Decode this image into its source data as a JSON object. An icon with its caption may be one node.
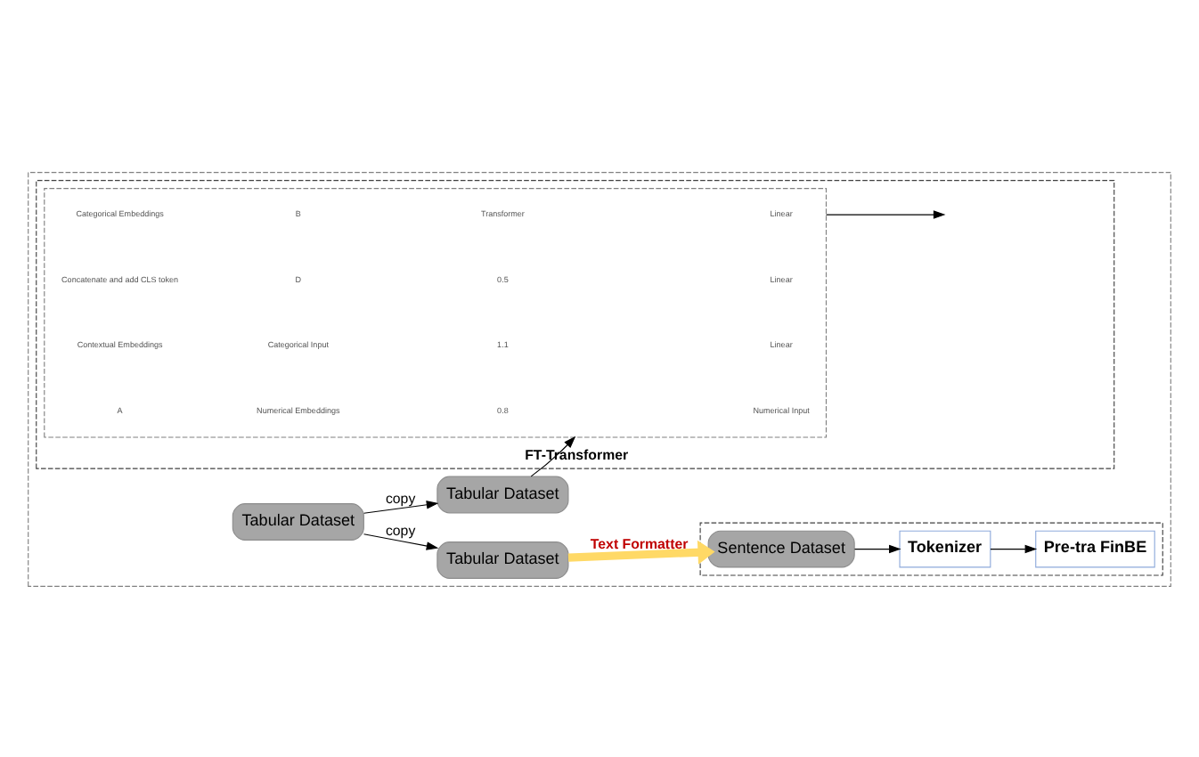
{
  "diagram": {
    "nodes": [
      {
        "text": [],
        "shape": "box"
      },
      {
        "text": [],
        "shape": "box",
        "in": 0
      },
      {
        "text": [
          "FT-Transformer"
        ],
        "in": 0
      },
      {
        "text": [
          "Tabular Dataset"
        ],
        "in": 0
      },
      {
        "text": [
          "Tabular Dataset"
        ],
        "in": 0
      },
      {
        "text": [
          "Tabular Dataset"
        ],
        "in": 0
      },
      {
        "text": [
          "Sentence Dataset"
        ],
        "in": 1
      },
      {
        "text": [
          "Tokenizer"
        ],
        "in": 1
      },
      {
        "text": [
          "Pre-tra FinBE"
        ],
        "in": 1
      },
      {
        "text": [],
        "shape": "box",
        "in": 2
      }
    ],
    "edges": [
      {
        "from": 3,
        "to": 4,
        "label": "copy",
        "arrow": "to"
      },
      {
        "from": 3,
        "to": 5,
        "label": "copy",
        "arrow": "to"
      },
      {
        "from": 4,
        "to": 6,
        "label": "Text Formatter",
        "arrow": "to",
        "style": "thick",
        "color": "#ffd966"
      },
      {
        "from": 6,
        "to": 7,
        "arrow": "to"
      },
      {
        "from": 7,
        "to": 8,
        "arrow": "to"
      },
      {
        "from": 5,
        "to": 9,
        "arrow": "to"
      },
      {
        "from": 9,
        "to": null,
        "arrow": "to"
      }
    ],
    "labels": [
      "Categorical Embeddings",
      "Concatenate and add CLS token",
      "Contextual Embeddings",
      "A",
      "B",
      "D",
      "Categorical Input",
      "Numerical Embeddings",
      "Transformer",
      "0.5",
      "1.1",
      "0.8",
      "Linear",
      "Linear",
      "Linear",
      "Numerical Input"
    ]
  }
}
